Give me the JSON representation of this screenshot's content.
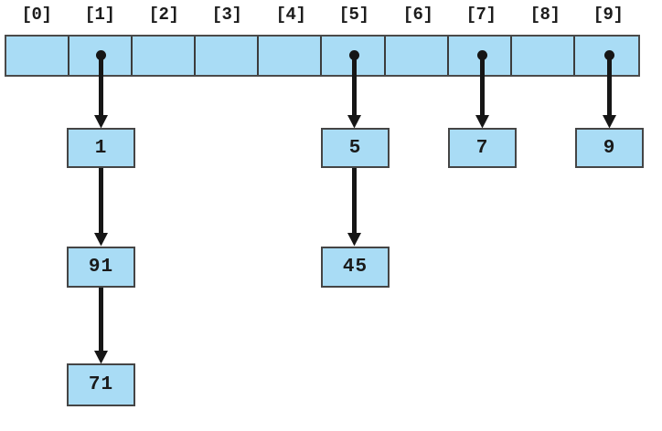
{
  "diagram": {
    "kind": "hash-table-separate-chaining",
    "colors": {
      "cell_fill": "#a9dcf5",
      "cell_border": "#3c3c3c",
      "array_border": "#4a4a4a",
      "node_border": "#454545",
      "arrow": "#161616",
      "text": "#1a1a1a",
      "background": "#ffffff"
    },
    "array": {
      "name": "hash-table-array",
      "cell_count": 10,
      "index_labels": [
        "[0]",
        "[1]",
        "[2]",
        "[3]",
        "[4]",
        "[5]",
        "[6]",
        "[7]",
        "[8]",
        "[9]"
      ],
      "cells": [
        {
          "index": 0,
          "label": "[0]",
          "has_pointer": false,
          "value": ""
        },
        {
          "index": 1,
          "label": "[1]",
          "has_pointer": true,
          "value": ""
        },
        {
          "index": 2,
          "label": "[2]",
          "has_pointer": false,
          "value": ""
        },
        {
          "index": 3,
          "label": "[3]",
          "has_pointer": false,
          "value": ""
        },
        {
          "index": 4,
          "label": "[4]",
          "has_pointer": false,
          "value": ""
        },
        {
          "index": 5,
          "label": "[5]",
          "has_pointer": true,
          "value": ""
        },
        {
          "index": 6,
          "label": "[6]",
          "has_pointer": false,
          "value": ""
        },
        {
          "index": 7,
          "label": "[7]",
          "has_pointer": true,
          "value": ""
        },
        {
          "index": 8,
          "label": "[8]",
          "has_pointer": false,
          "value": ""
        },
        {
          "index": 9,
          "label": "[9]",
          "has_pointer": true,
          "value": ""
        }
      ]
    },
    "chains": [
      {
        "bucket": 1,
        "nodes": [
          "1",
          "91",
          "71"
        ]
      },
      {
        "bucket": 5,
        "nodes": [
          "5",
          "45"
        ]
      },
      {
        "bucket": 7,
        "nodes": [
          "7"
        ]
      },
      {
        "bucket": 9,
        "nodes": [
          "9"
        ]
      }
    ],
    "nodes": [
      {
        "id": "b1n0",
        "bucket": 1,
        "depth": 0,
        "value": "1"
      },
      {
        "id": "b1n1",
        "bucket": 1,
        "depth": 1,
        "value": "91"
      },
      {
        "id": "b1n2",
        "bucket": 1,
        "depth": 2,
        "value": "71"
      },
      {
        "id": "b5n0",
        "bucket": 5,
        "depth": 0,
        "value": "5"
      },
      {
        "id": "b5n1",
        "bucket": 5,
        "depth": 1,
        "value": "45"
      },
      {
        "id": "b7n0",
        "bucket": 7,
        "depth": 0,
        "value": "7"
      },
      {
        "id": "b9n0",
        "bucket": 9,
        "depth": 0,
        "value": "9"
      }
    ]
  }
}
